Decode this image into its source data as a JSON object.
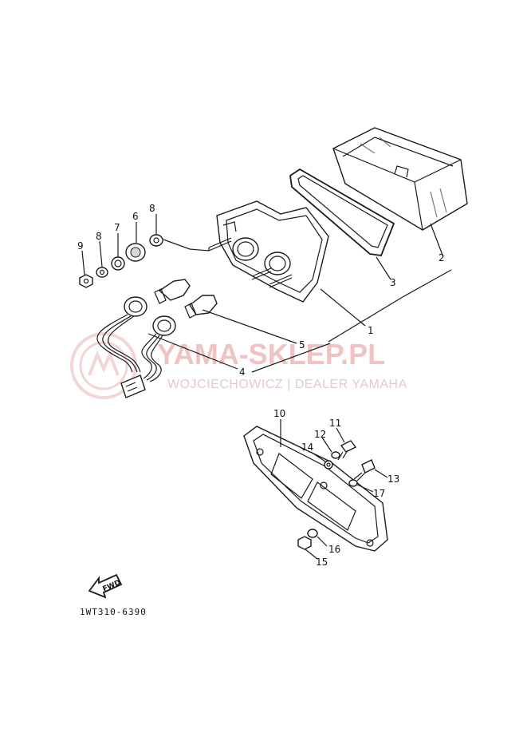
{
  "watermark": {
    "brand": "YAMA-SKLEP.PL",
    "dealer": "WOJCIECHOWICZ | DEALER YAMAHA",
    "color": "#e9b4b4"
  },
  "diagram_code": "1WT310-6390",
  "fwd_label": "FWD",
  "callouts": [
    "1",
    "2",
    "3",
    "4",
    "5",
    "6",
    "7",
    "8",
    "8",
    "9",
    "10",
    "11",
    "12",
    "13",
    "14",
    "15",
    "16",
    "17"
  ]
}
